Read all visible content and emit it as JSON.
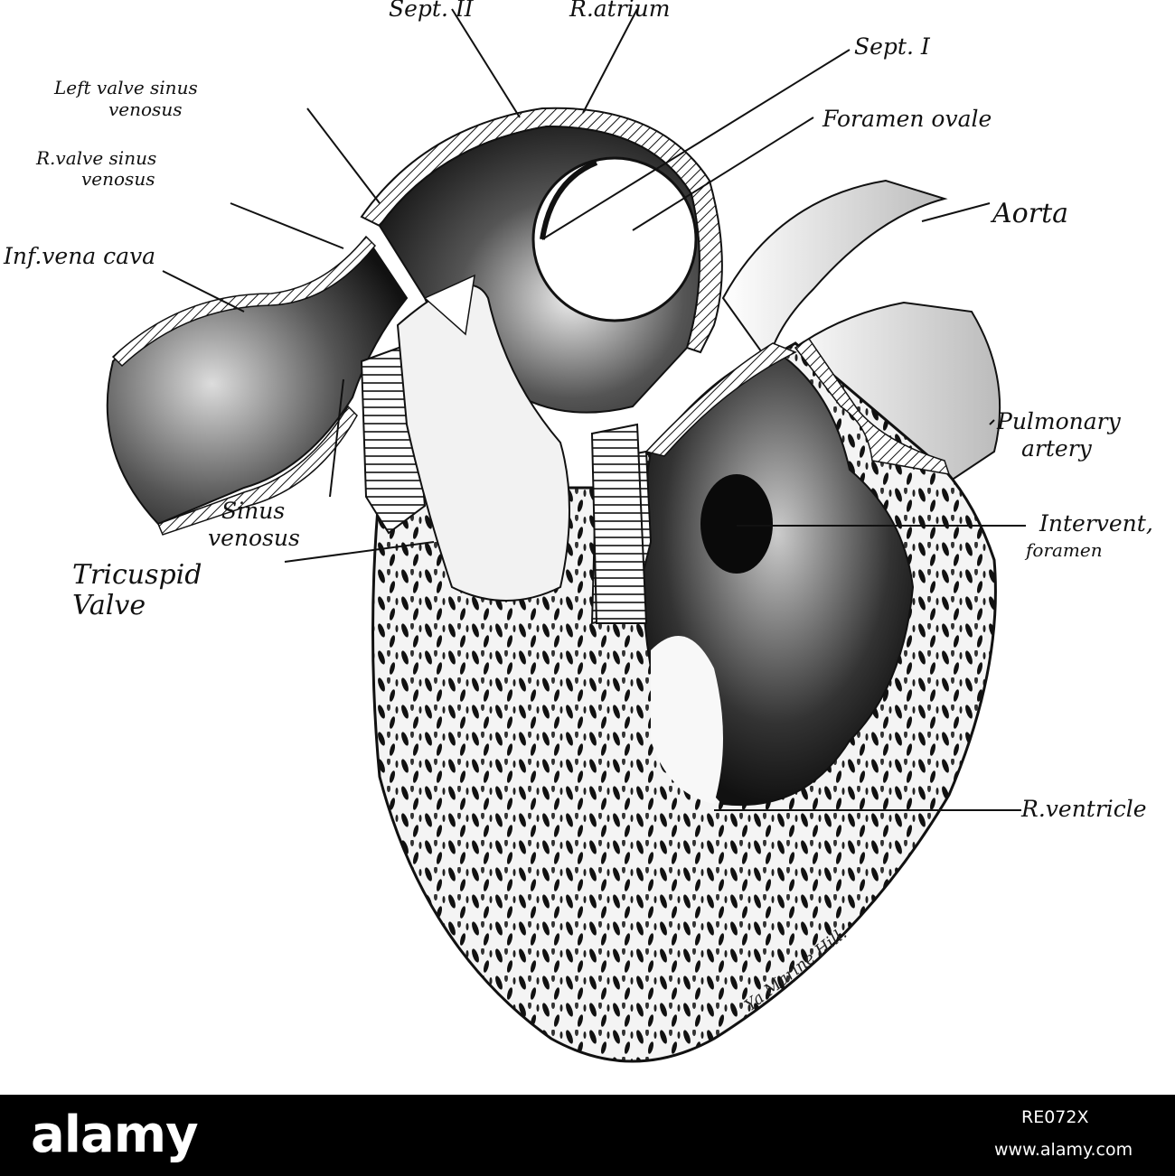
{
  "figure": {
    "labels": {
      "sept_ii": "Sept. II",
      "r_atrium": "R.atrium",
      "sept_i": "Sept. I",
      "left_valve_1": "Left valve sinus",
      "left_valve_2": "venosus",
      "foramen_ovale": "Foramen ovale",
      "r_valve_1": "R.valve sinus",
      "r_valve_2": "venosus",
      "aorta": "Aorta",
      "inf_vena_cava": "Inf.vena cava",
      "pulmonary_1": "Pulmonary",
      "pulmonary_2": "artery",
      "sinus_1": "Sinus",
      "sinus_2": "venosus",
      "intervent_1": "Intervent,",
      "intervent_2": "foramen",
      "tricuspid_1": "Tricuspid",
      "tricuspid_2": "Valve",
      "r_ventricle": "R.ventricle"
    },
    "signature": "Ya Marine Hill."
  },
  "footer": {
    "brand": "alamy",
    "image_id": "RE072X",
    "site": "www.alamy.com"
  },
  "colors": {
    "ink": "#111111",
    "paper": "#ffffff",
    "footer_bg": "#000000"
  }
}
